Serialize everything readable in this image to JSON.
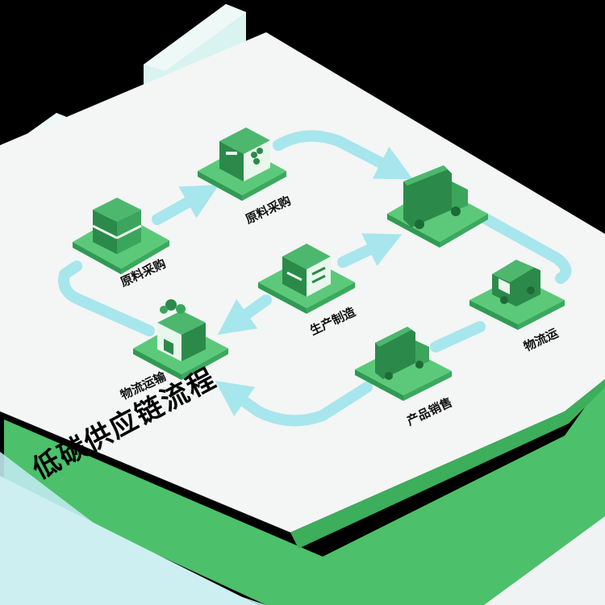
{
  "title": "低碳供应链流程",
  "nodes": [
    {
      "id": "raw-material-left",
      "label": "原料采购",
      "icon": "stacked-box-icon"
    },
    {
      "id": "raw-material-top",
      "label": "原料采购",
      "icon": "supply-crate-icon"
    },
    {
      "id": "logistics-truck-top",
      "label": "",
      "icon": "cargo-truck-icon"
    },
    {
      "id": "logistics-right",
      "label": "物流运",
      "icon": "truck-cab-icon"
    },
    {
      "id": "production-center",
      "label": "生产制造",
      "icon": "product-box-icon"
    },
    {
      "id": "product-sales",
      "label": "产品销售",
      "icon": "delivery-truck-icon"
    },
    {
      "id": "logistics-warehouse",
      "label": "物流运输",
      "icon": "warehouse-icon"
    }
  ],
  "colors": {
    "background": "#000000",
    "platform": "#f4f5f5",
    "platform_edge": "#4cc06a",
    "node_tile": "#5cc97a",
    "node_tile_dark": "#2f9a52",
    "arrow": "#a6e6ec",
    "icon_dark": "#2b8a4a",
    "icon_light": "#e8f7ec"
  }
}
